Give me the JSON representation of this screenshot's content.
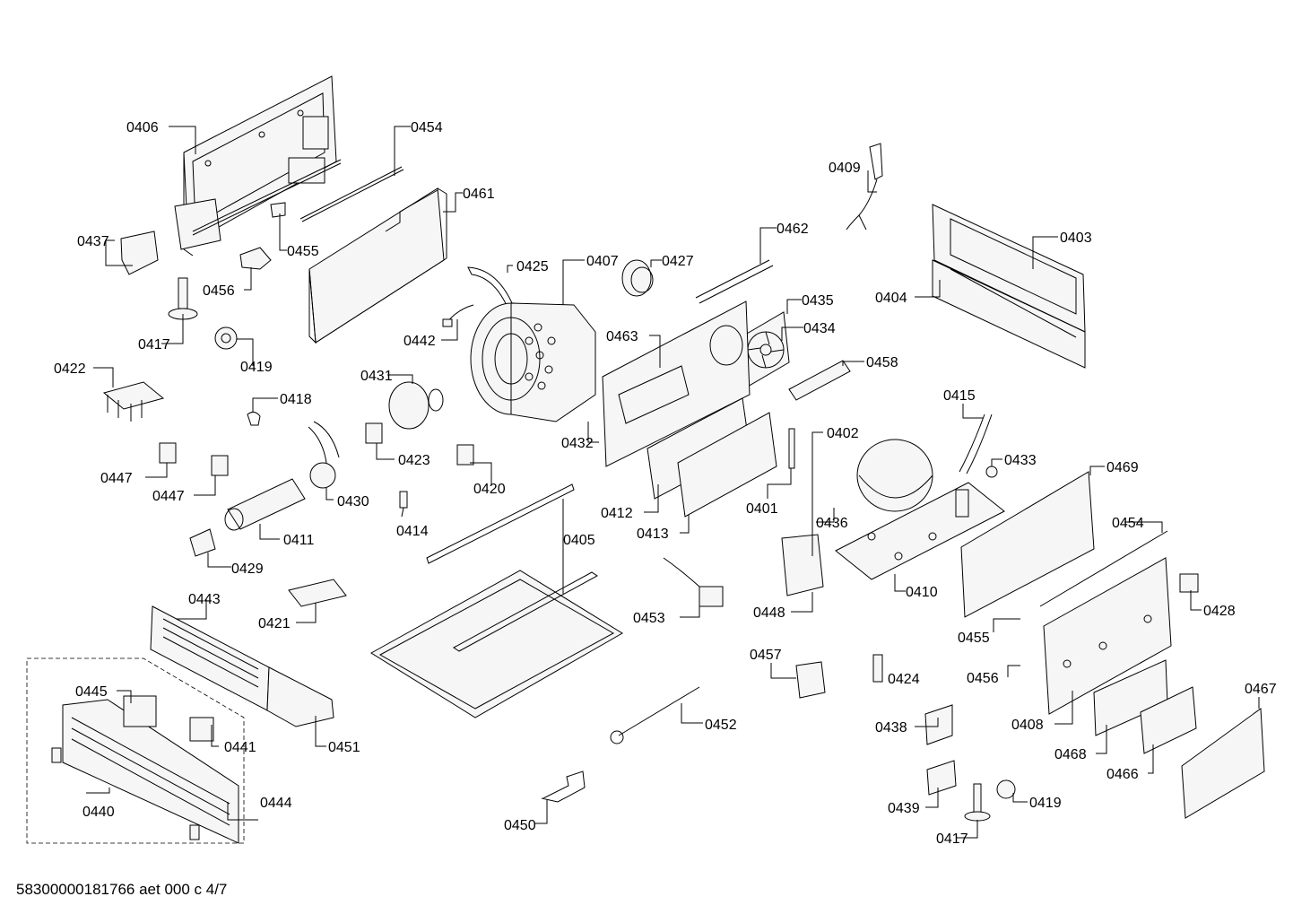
{
  "parts": [
    {
      "id": "p1",
      "label": "0406"
    },
    {
      "id": "p2",
      "label": "0454"
    },
    {
      "id": "p3",
      "label": "0461"
    },
    {
      "id": "p4",
      "label": "0437"
    },
    {
      "id": "p5",
      "label": "0455"
    },
    {
      "id": "p6",
      "label": "0456"
    },
    {
      "id": "p7",
      "label": "0417"
    },
    {
      "id": "p8",
      "label": "0419"
    },
    {
      "id": "p9",
      "label": "0425"
    },
    {
      "id": "p10",
      "label": "0407"
    },
    {
      "id": "p11",
      "label": "0427"
    },
    {
      "id": "p12",
      "label": "0462"
    },
    {
      "id": "p13",
      "label": "0409"
    },
    {
      "id": "p14",
      "label": "0403"
    },
    {
      "id": "p15",
      "label": "0404"
    },
    {
      "id": "p16",
      "label": "0435"
    },
    {
      "id": "p17",
      "label": "0434"
    },
    {
      "id": "p18",
      "label": "0442"
    },
    {
      "id": "p19",
      "label": "0463"
    },
    {
      "id": "p20",
      "label": "0458"
    },
    {
      "id": "p21",
      "label": "0422"
    },
    {
      "id": "p22",
      "label": "0431"
    },
    {
      "id": "p23",
      "label": "0418"
    },
    {
      "id": "p24",
      "label": "0415"
    },
    {
      "id": "p25",
      "label": "0402"
    },
    {
      "id": "p26",
      "label": "0433"
    },
    {
      "id": "p27",
      "label": "0469"
    },
    {
      "id": "p28",
      "label": "0432"
    },
    {
      "id": "p29",
      "label": "0423"
    },
    {
      "id": "p30",
      "label": "0447"
    },
    {
      "id": "p31",
      "label": "0447"
    },
    {
      "id": "p32",
      "label": "0420"
    },
    {
      "id": "p33",
      "label": "0430"
    },
    {
      "id": "p34",
      "label": "0412"
    },
    {
      "id": "p35",
      "label": "0401"
    },
    {
      "id": "p36",
      "label": "0436"
    },
    {
      "id": "p37",
      "label": "0413"
    },
    {
      "id": "p38",
      "label": "0454"
    },
    {
      "id": "p39",
      "label": "0414"
    },
    {
      "id": "p40",
      "label": "0411"
    },
    {
      "id": "p41",
      "label": "0405"
    },
    {
      "id": "p42",
      "label": "0429"
    },
    {
      "id": "p43",
      "label": "0410"
    },
    {
      "id": "p44",
      "label": "0453"
    },
    {
      "id": "p45",
      "label": "0448"
    },
    {
      "id": "p46",
      "label": "0428"
    },
    {
      "id": "p47",
      "label": "0443"
    },
    {
      "id": "p48",
      "label": "0421"
    },
    {
      "id": "p49",
      "label": "0455"
    },
    {
      "id": "p50",
      "label": "0457"
    },
    {
      "id": "p51",
      "label": "0424"
    },
    {
      "id": "p52",
      "label": "0456"
    },
    {
      "id": "p53",
      "label": "0445"
    },
    {
      "id": "p54",
      "label": "0467"
    },
    {
      "id": "p55",
      "label": "0452"
    },
    {
      "id": "p56",
      "label": "0438"
    },
    {
      "id": "p57",
      "label": "0408"
    },
    {
      "id": "p58",
      "label": "0441"
    },
    {
      "id": "p59",
      "label": "0451"
    },
    {
      "id": "p60",
      "label": "0468"
    },
    {
      "id": "p61",
      "label": "0466"
    },
    {
      "id": "p62",
      "label": "0419"
    },
    {
      "id": "p63",
      "label": "0444"
    },
    {
      "id": "p64",
      "label": "0440"
    },
    {
      "id": "p65",
      "label": "0439"
    },
    {
      "id": "p66",
      "label": "0450"
    },
    {
      "id": "p67",
      "label": "0417"
    }
  ],
  "footer": {
    "document_id": "58300000181766 aet 000 c 4/7"
  }
}
